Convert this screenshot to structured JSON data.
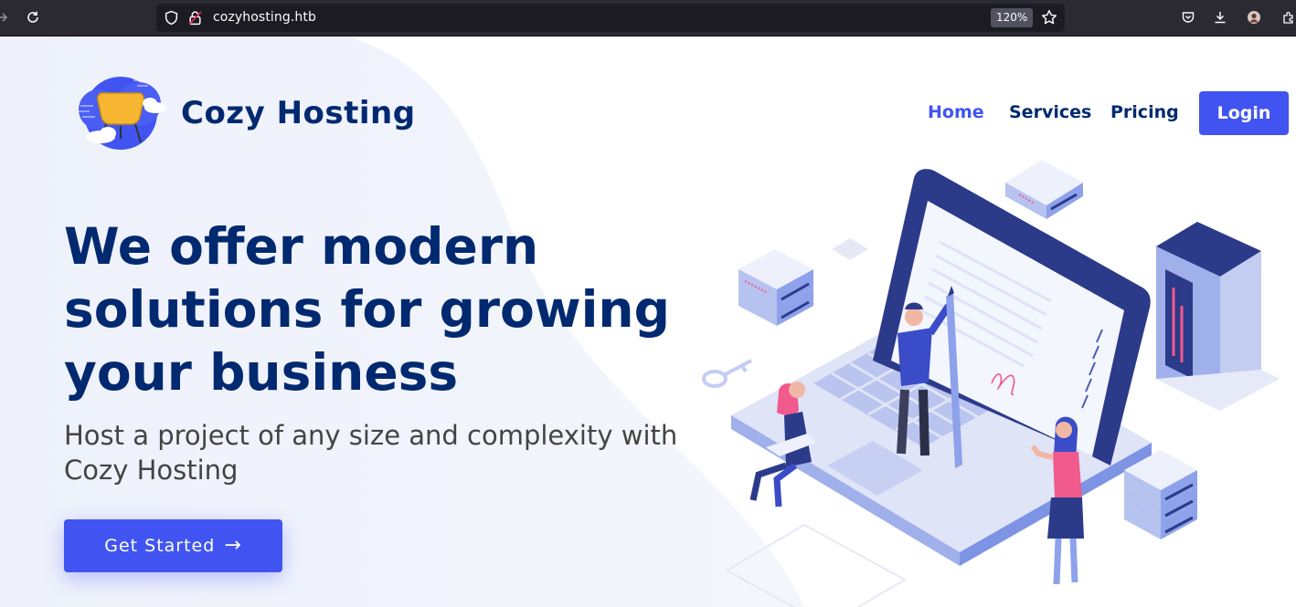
{
  "browser": {
    "url": "cozyhosting.htb",
    "zoom": "120%"
  },
  "header": {
    "brand": "Cozy Hosting",
    "nav": [
      {
        "label": "Home",
        "active": true
      },
      {
        "label": "Services",
        "active": false
      },
      {
        "label": "Pricing",
        "active": false
      }
    ],
    "login_label": "Login"
  },
  "hero": {
    "title": "We offer modern solutions for growing your business",
    "subtitle": "Host a project of any size and complexity with Cozy Hosting",
    "cta_label": "Get Started",
    "cta_arrow": "→"
  },
  "colors": {
    "primary": "#4154f1",
    "heading": "#012970",
    "text": "#444444",
    "accent_pink": "#f05a8c"
  }
}
